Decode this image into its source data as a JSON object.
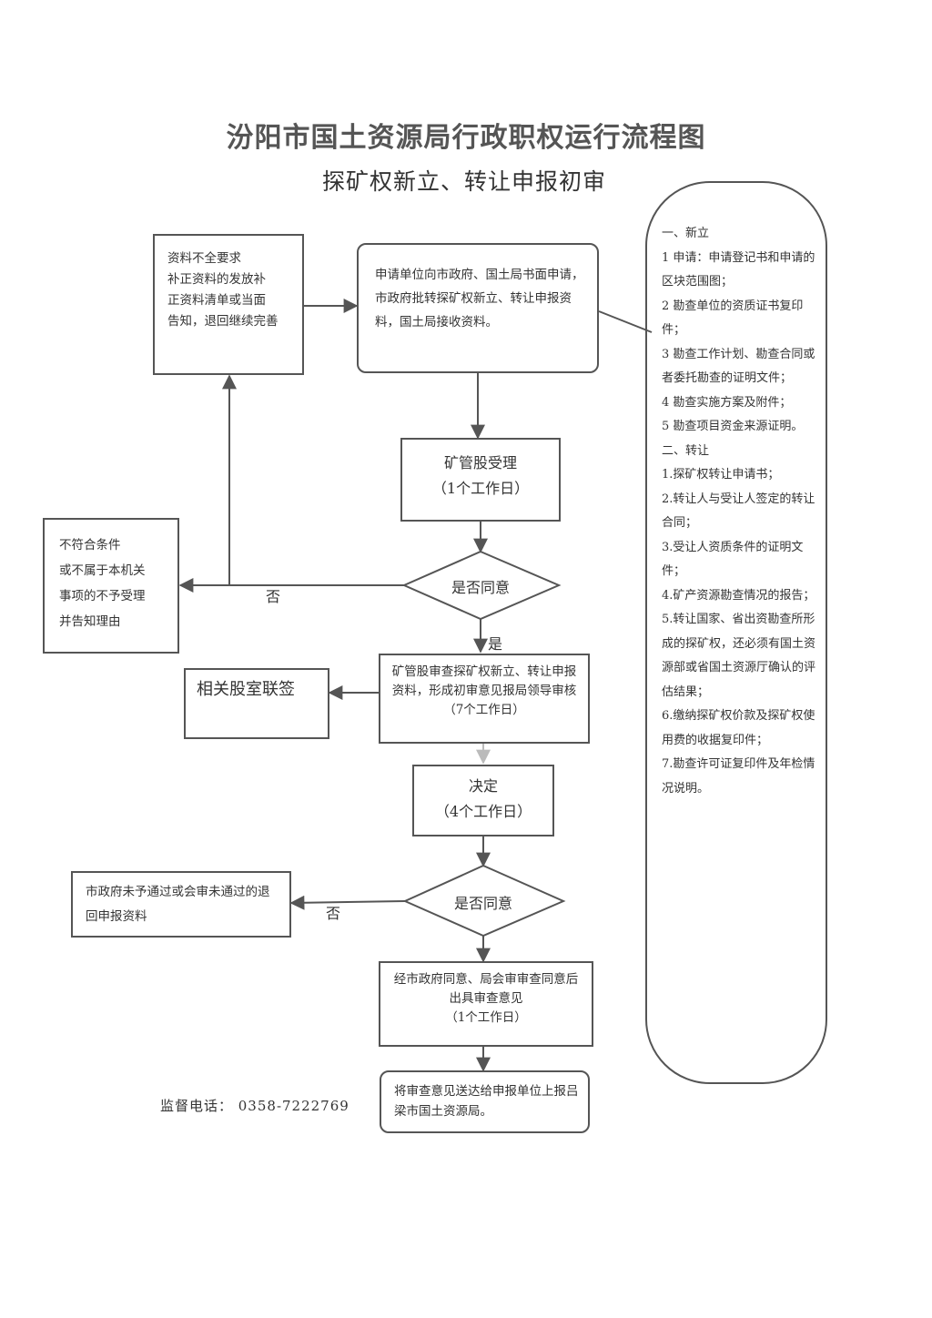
{
  "title": "汾阳市国土资源局行政职权运行流程图",
  "subtitle": "探矿权新立、转让申报初审",
  "boxes": {
    "apply": "申请单位向市政府、国土局书面申请，市政府批转探矿权新立、转让申报资料，国土局接收资料。",
    "incomplete": "资料不全要求\n补正资料的发放补\n正资料清单或当面\n告知，退回继续完善",
    "accept": "矿管股受理\n（1个工作日）",
    "reject": "不符合条件\n或不属于本机关\n事项的不予受理\n并告知理由",
    "review": "矿管股审查探矿权新立、转让申报资料，形成初审意见报局领导审核\n（7个工作日）",
    "cosign": "相关股室联签",
    "decide": "决定\n（4个工作日）",
    "return": "市政府未予通过或会审未通过的退回申报资料",
    "opinion": "经市政府同意、局会审审查同意后出具审查意见\n（1个工作日）",
    "send": "将审查意见送达给申报单位上报吕梁市国土资源局。"
  },
  "decisions": {
    "agree1": "是否同意",
    "agree2": "是否同意"
  },
  "labels": {
    "no1": "否",
    "yes1": "是",
    "no2": "否"
  },
  "requirements": {
    "new_heading": "一、新立",
    "new_items": [
      "1 申请：申请登记书和申请的区块范围图；",
      "2 勘查单位的资质证书复印件；",
      "3 勘查工作计划、勘查合同或者委托勘查的证明文件；",
      "4 勘查实施方案及附件；",
      "5 勘查项目资金来源证明。"
    ],
    "transfer_heading": "二、转让",
    "transfer_items": [
      "1.探矿权转让申请书；",
      "2.转让人与受让人签定的转让合同；",
      "3.受让人资质条件的证明文件；",
      "4.矿产资源勘查情况的报告；",
      "5.转让国家、省出资勘查所形成的探矿权，还必须有国土资源部或省国土资源厅确认的评估结果；",
      "6.缴纳探矿权价款及探矿权使用费的收据复印件；",
      "7.勘查许可证复印件及年检情况说明。"
    ]
  },
  "phone": "监督电话： 0358-7222769",
  "colors": {
    "line": "#555555",
    "text": "#333333"
  }
}
